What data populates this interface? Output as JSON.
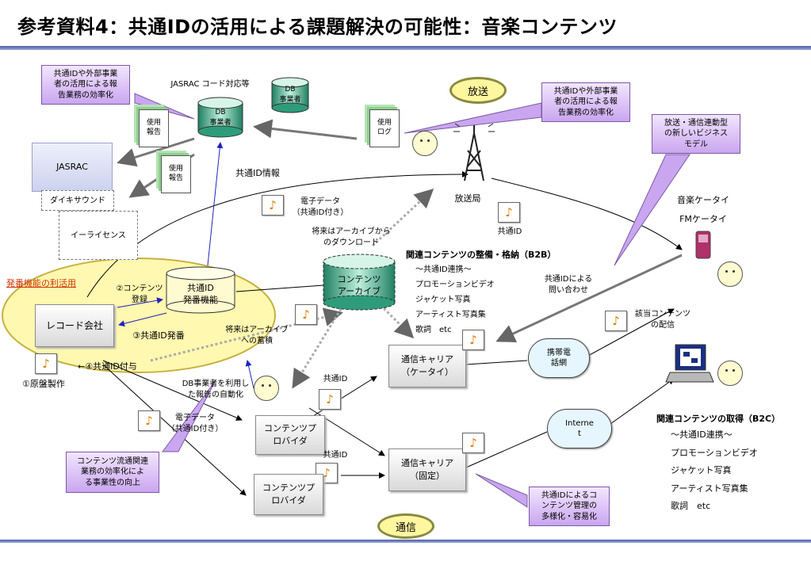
{
  "title": "参考資料4：共通IDの活用による課題解決の可能性：音楽コンテンツ",
  "callouts": {
    "top_left": "共通IDや外部事業\n者の活用による報\n告業務の効率化",
    "top_right": "共通IDや外部事業\n者の活用による報\n告業務の効率化",
    "business_model": "放送・通信連動型\nの新しいビジネス\nモデル",
    "distribution": "コンテンツ流通関連\n業務の効率化によ\nる事業性の向上",
    "management": "共通IDによるコ\nンテンツ管理の\n多様化・容易化"
  },
  "top_area": {
    "jasrac_code_label": "JASRAC コード対応等",
    "db_business": "DB\n事業者",
    "db_business_small": "DB\n事業者",
    "usage_report_1": "使用\n報告",
    "usage_report_2": "使用\n報告",
    "usage_log": "使用\nログ",
    "jasrac": "JASRAC",
    "daiki": "ダイキサウンド",
    "elicense": "イーライセンス",
    "common_id_info": "共通ID情報"
  },
  "broadcast": {
    "oval": "放送",
    "station": "放送局",
    "common_id": "共通ID",
    "edata": "電子データ\n（共通ID付き）",
    "archive_download": "将来はアーカイブから\nのダウンロード"
  },
  "record": {
    "label_func": "発番機能の利活用",
    "company": "レコード会社",
    "step1": "①原盤製作",
    "step2": "②コンテンツ\n登録",
    "step3": "③共通ID発番",
    "step4": "←④共通ID付与",
    "id_func": "共通ID\n発番機能",
    "future_archive": "将来はアーカイブ\nへの蓄積",
    "db_auto": "DB事業者を利用し\nた報告の自動化",
    "edata2": "電子データ\n（共通ID付き）"
  },
  "archive": {
    "name": "コンテンツ\nアーカイブ"
  },
  "b2b": {
    "title": "関連コンテンツの整備・格納（B2B）",
    "items": [
      "～共通ID連携～",
      "プロモーションビデオ",
      "ジャケット写真",
      "アーティスト写真集",
      "歌詞　etc"
    ]
  },
  "mobile": {
    "music": "音楽ケータイ",
    "fm": "FMケータイ",
    "inquiry": "共通IDによる\n問い合わせ",
    "delivery": "該当コンテンツ\nの配信",
    "carrier_mobile": "通信キャリア\n（ケータイ）",
    "network": "携帯電\n話網",
    "internet": "Interne\nt"
  },
  "providers": {
    "provider1": "コンテンツプ\nロバイダ",
    "provider2": "コンテンツプ\nロバイダ",
    "common_id_a": "共通ID",
    "common_id_b": "共通ID",
    "carrier_fixed": "通信キャリア\n（固定）"
  },
  "b2c": {
    "title": "関連コンテンツの取得（B2C）",
    "items": [
      "～共通ID連携～",
      "プロモーションビデオ",
      "ジャケット写真",
      "アーティスト写真集",
      "歌詞　etc"
    ]
  },
  "bottom": {
    "oval": "通信"
  },
  "colors": {
    "accent": "#4a5ea8",
    "callout": "#c9a6ef",
    "oval_fill": "#fff7a0",
    "cylinder": "#2e9c7a"
  }
}
